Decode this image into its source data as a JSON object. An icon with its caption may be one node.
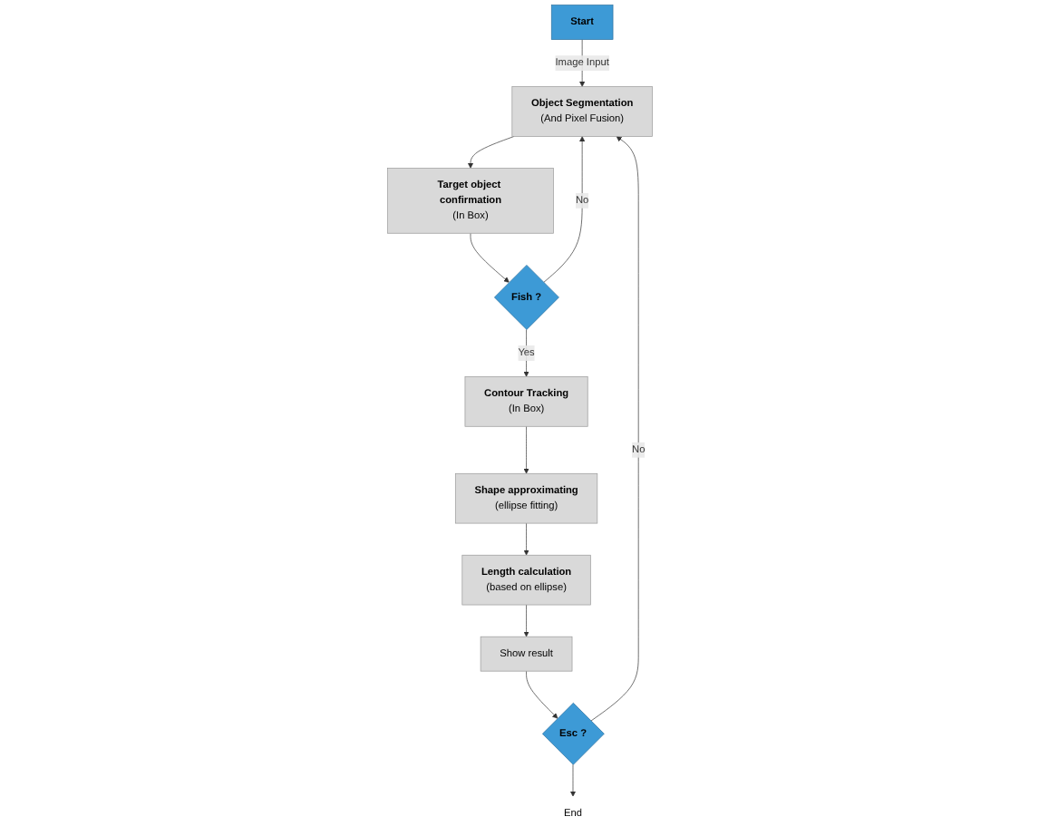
{
  "diagram": {
    "nodes": [
      {
        "text": [
          "Start"
        ]
      },
      {
        "text": [
          "Object Segmentation",
          "(And Pixel Fusion)"
        ]
      },
      {
        "text": [
          "Target object confirmation",
          "(In Box)"
        ]
      },
      {
        "text": [
          "Fish ?"
        ]
      },
      {
        "text": [
          "Contour Tracking",
          "(In Box)"
        ]
      },
      {
        "text": [
          "Shape approximating",
          "(ellipse fitting)"
        ]
      },
      {
        "text": [
          "Length calculation",
          "(based on ellipse)"
        ]
      },
      {
        "text": [
          "Show result"
        ]
      },
      {
        "text": [
          "Esc ?"
        ]
      },
      {
        "text": [
          "End"
        ]
      }
    ],
    "edges": [
      {
        "from": 0,
        "to": 1,
        "arrow": "to",
        "label": "Image Input"
      },
      {
        "from": 1,
        "to": 2,
        "arrow": "to"
      },
      {
        "from": 2,
        "to": 3,
        "arrow": "to"
      },
      {
        "from": 3,
        "to": 1,
        "arrow": "to",
        "label": "No"
      },
      {
        "from": 3,
        "to": 4,
        "arrow": "to",
        "label": "Yes"
      },
      {
        "from": 4,
        "to": 5,
        "arrow": "to"
      },
      {
        "from": 5,
        "to": 6,
        "arrow": "to"
      },
      {
        "from": 6,
        "to": 7,
        "arrow": "to"
      },
      {
        "from": 7,
        "to": 8,
        "arrow": "to"
      },
      {
        "from": 8,
        "to": 1,
        "arrow": "to",
        "label": "No"
      },
      {
        "from": 8,
        "to": 9,
        "arrow": "to"
      }
    ]
  }
}
